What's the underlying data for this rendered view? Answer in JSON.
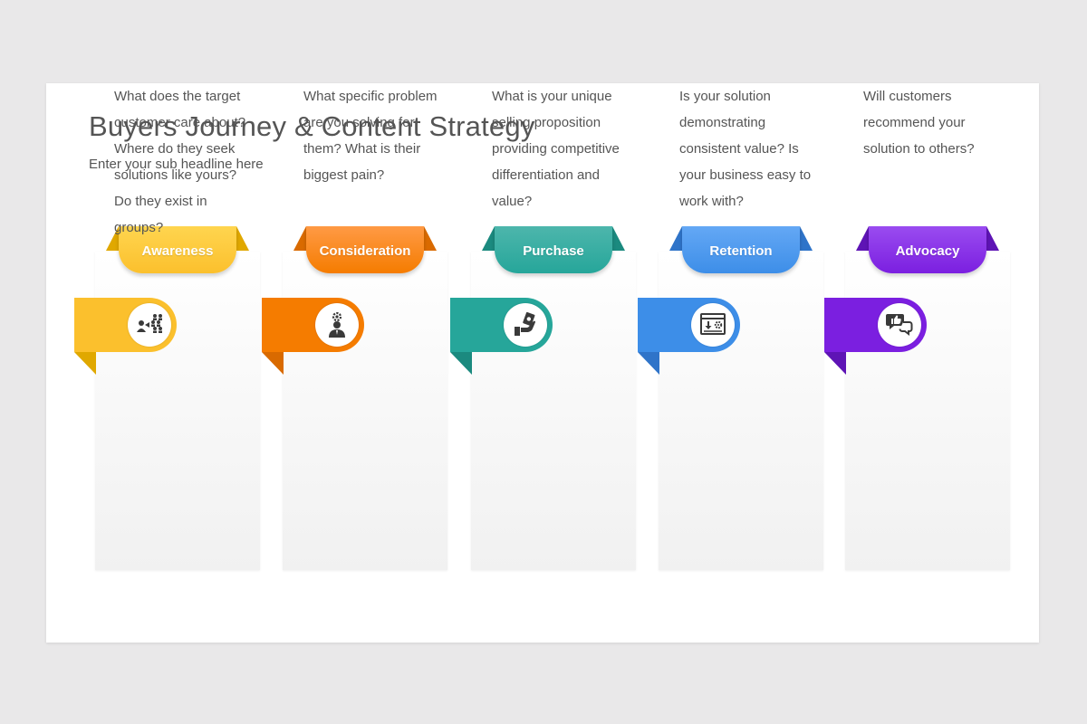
{
  "slide": {
    "title": "Buyers Journey & Content Strategy",
    "subtitle": "Enter your sub headline here"
  },
  "stages": [
    {
      "label": "Awareness",
      "text": "What does the target customer care about? Where do they seek solutions like yours? Do they exist in groups?",
      "icon": "audience-icon",
      "color": "#fbc02d",
      "color_light": "#ffd54f",
      "color_dark": "#e0a800"
    },
    {
      "label": "Consideration",
      "text": "What specific problem are you solving for them? What is their biggest pain?",
      "icon": "thinking-person-icon",
      "color": "#f57c00",
      "color_light": "#ff9a45",
      "color_dark": "#d96a00"
    },
    {
      "label": "Purchase",
      "text": "What is your unique selling proposition providing competitive differentiation and value?",
      "icon": "payment-hand-icon",
      "color": "#26a69a",
      "color_light": "#4db6ac",
      "color_dark": "#1b8a7f"
    },
    {
      "label": "Retention",
      "text": "Is your solution demonstrating consistent value? Is your business easy to work with?",
      "icon": "download-settings-icon",
      "color": "#3d8ee8",
      "color_light": "#64a8f5",
      "color_dark": "#2f74c9"
    },
    {
      "label": "Advocacy",
      "text": "Will customers recommend your solution to others?",
      "icon": "thumbs-up-chat-icon",
      "color": "#7b1fe0",
      "color_light": "#9a4cf0",
      "color_dark": "#5e14b5"
    }
  ]
}
